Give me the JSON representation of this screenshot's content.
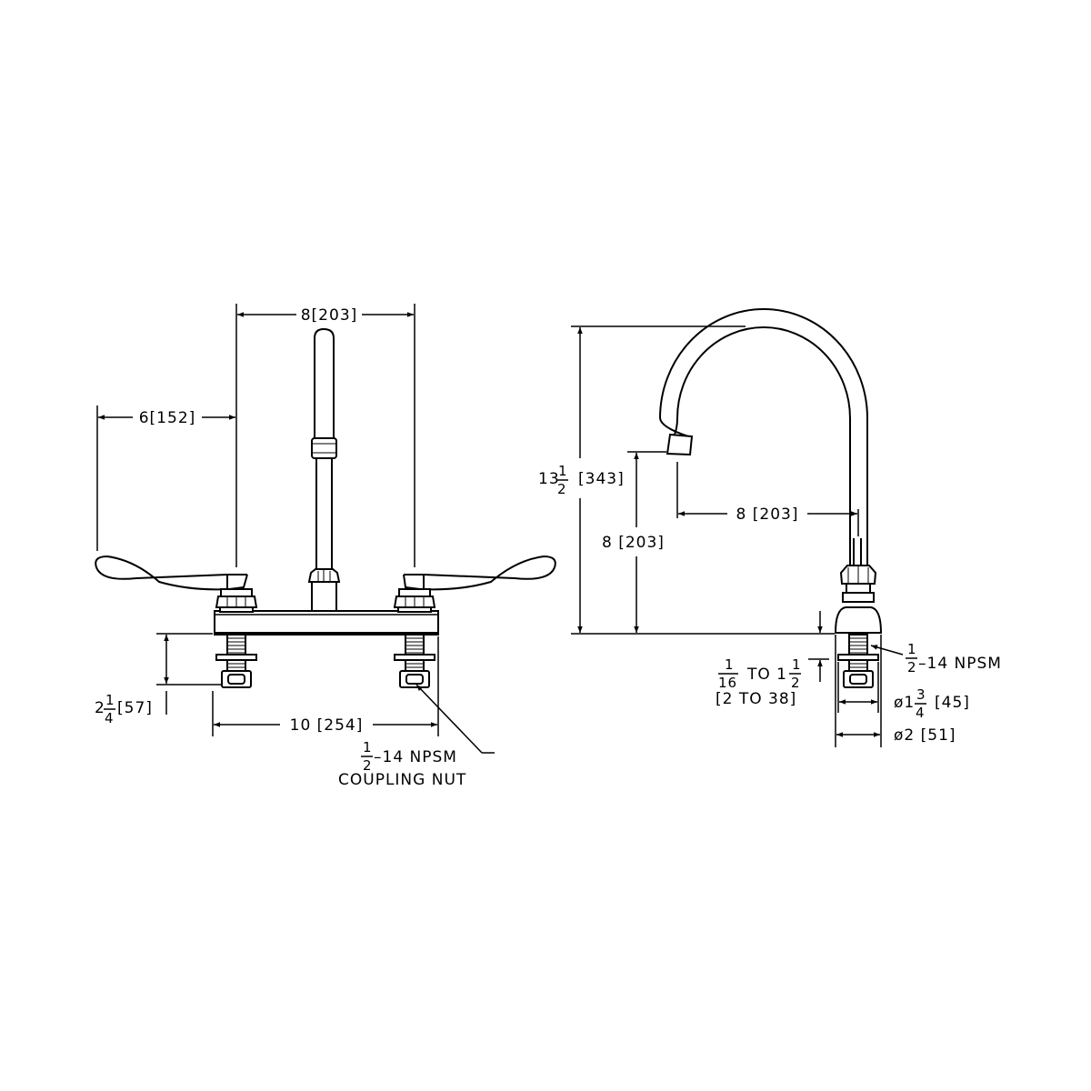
{
  "front_view": {
    "dim_center": "8[203]",
    "dim_handle": "6[152]",
    "dim_shank_whole": "2",
    "dim_shank_num": "1",
    "dim_shank_den": "4",
    "dim_shank_metric": "[57]",
    "dim_spread": "10 [254]",
    "conn_num": "1",
    "conn_den": "2",
    "conn_text": "–14  NPSM",
    "conn_note": "COUPLING  NUT"
  },
  "side_view": {
    "overall_whole": "13",
    "overall_num": "1",
    "overall_den": "2",
    "overall_metric": "[343]",
    "spout_height": "8  [203]",
    "spout_reach": "8  [203]",
    "conn_num": "1",
    "conn_den": "2",
    "conn_text": "–14  NPSM",
    "deck_num1": "1",
    "deck_den1": "16",
    "deck_to": "TO  1",
    "deck_num2": "1",
    "deck_den2": "2",
    "deck_metric": "[2  TO  38]",
    "dia_small_pre": "ø1",
    "dia_small_num": "3",
    "dia_small_den": "4",
    "dia_small_metric": "[45]",
    "dia_large": "ø2  [51]"
  }
}
